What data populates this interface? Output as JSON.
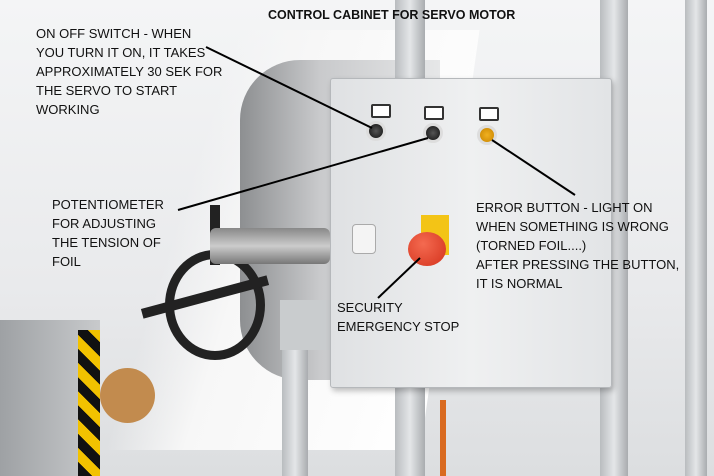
{
  "title": "CONTROL CABINET FOR SERVO MOTOR",
  "annotations": {
    "switch": "ON OFF SWITCH - WHEN\nYOU TURN IT ON, IT TAKES\nAPPROXIMATELY 30 SEK FOR\nTHE SERVO TO START\nWORKING",
    "potentiometer": "POTENTIOMETER\nFOR ADJUSTING\nTHE TENSION OF\nFOIL",
    "error": "ERROR BUTTON - LIGHT ON\nWHEN SOMETHING IS WRONG\n(TORNED FOIL....)\nAFTER PRESSING THE BUTTON,\nIT IS NORMAL",
    "estop": "SECURITY\nEMERGENCY STOP"
  },
  "colors": {
    "estop": "#d4321c",
    "error_light": "#e0a010",
    "hazard": "#f2c200"
  }
}
